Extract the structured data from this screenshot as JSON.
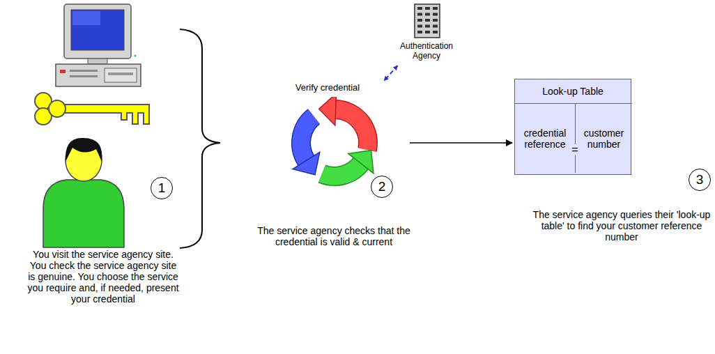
{
  "diagram": {
    "nodes": [
      {
        "text": [
          "1"
        ]
      },
      {
        "text": [
          "Verify credential"
        ]
      },
      {
        "text": [
          "Authentication Agency"
        ]
      },
      {
        "text": [
          "2"
        ]
      },
      {
        "text": [
          "Look-up Table"
        ]
      },
      {
        "text": [
          "credential reference"
        ],
        "in": 4
      },
      {
        "text": [
          "customer number"
        ],
        "in": 4
      },
      {
        "text": [
          "3"
        ]
      }
    ],
    "edges": [
      {
        "from": 2,
        "to": 1,
        "arrow": "both"
      },
      {
        "from": 1,
        "to": 4,
        "arrow": "to"
      }
    ],
    "labels": [
      "You visit the service agency site. You check the service agency site is genuine. You choose the service you require and, if needed, present your credential",
      "The service agency checks that the credential is valid & current",
      "The service agency queries their 'look-up table' to find your customer reference number",
      "="
    ]
  }
}
